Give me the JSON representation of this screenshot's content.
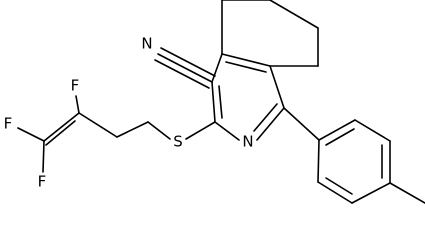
{
  "molecule": {
    "atoms": {
      "nitrile_n": "N",
      "ring_n": "N",
      "sulfur": "S",
      "fluorine_1": "F",
      "fluorine_2": "F",
      "fluorine_3": "F"
    }
  }
}
